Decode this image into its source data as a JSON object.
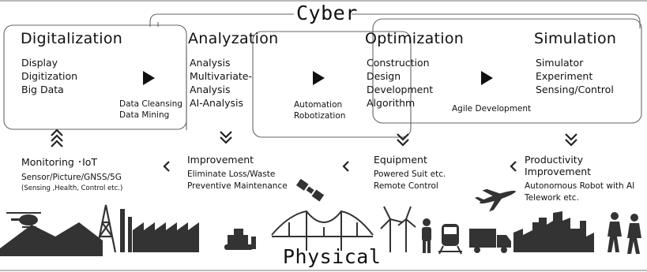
{
  "titles": {
    "cyber": "Cyber",
    "physical": "Physical"
  },
  "cyber_stages": [
    {
      "title": "Digitalization",
      "items": [
        "Display",
        "Digitization",
        "Big Data"
      ]
    },
    {
      "title": "Analyzation",
      "items": [
        "Analysis",
        "Multivariate-",
        "Analysis",
        "AI-Analysis"
      ]
    },
    {
      "title": "Optimization",
      "items": [
        "Construction",
        "Design",
        "Development",
        "Algorithm"
      ]
    },
    {
      "title": "Simulation",
      "items": [
        "Simulator",
        "Experiment",
        "Sensing/Control"
      ]
    }
  ],
  "transitions": [
    {
      "lines": [
        "Data Cleansing",
        "Data Mining"
      ]
    },
    {
      "lines": [
        "Automation",
        "Robotization"
      ]
    },
    {
      "lines": [
        "Agile Development"
      ]
    }
  ],
  "physical_stages": [
    {
      "title": "Monitoring ･IoT",
      "lines": [
        "Sensor/Picture/GNSS/5G"
      ],
      "note": "(Sensing ,Health, Control etc.)"
    },
    {
      "title": "Improvement",
      "lines": [
        "Eliminate Loss/Waste",
        "Preventive Maintenance"
      ]
    },
    {
      "title": "Equipment",
      "lines": [
        "Powered Suit etc.",
        "Remote Control"
      ]
    },
    {
      "title": "Productivity Improvement",
      "lines": [
        "Autonomous Robot with AI",
        "Telework etc."
      ]
    }
  ],
  "colors": {
    "ink": "#1a1a1a",
    "frame": "#555555",
    "silhouette": "#333333"
  },
  "icons": [
    "play-arrow-icon",
    "chevron-double-up-icon",
    "chevron-double-down-icon",
    "chevron-left-icon",
    "helicopter-icon",
    "oil-derrick-icon",
    "factory-icon",
    "bulldozer-icon",
    "bridge-icon",
    "satellite-icon",
    "wind-turbine-icon",
    "worker-icon",
    "train-icon",
    "truck-icon",
    "airplane-icon",
    "city-skyline-icon",
    "walking-people-icon"
  ]
}
